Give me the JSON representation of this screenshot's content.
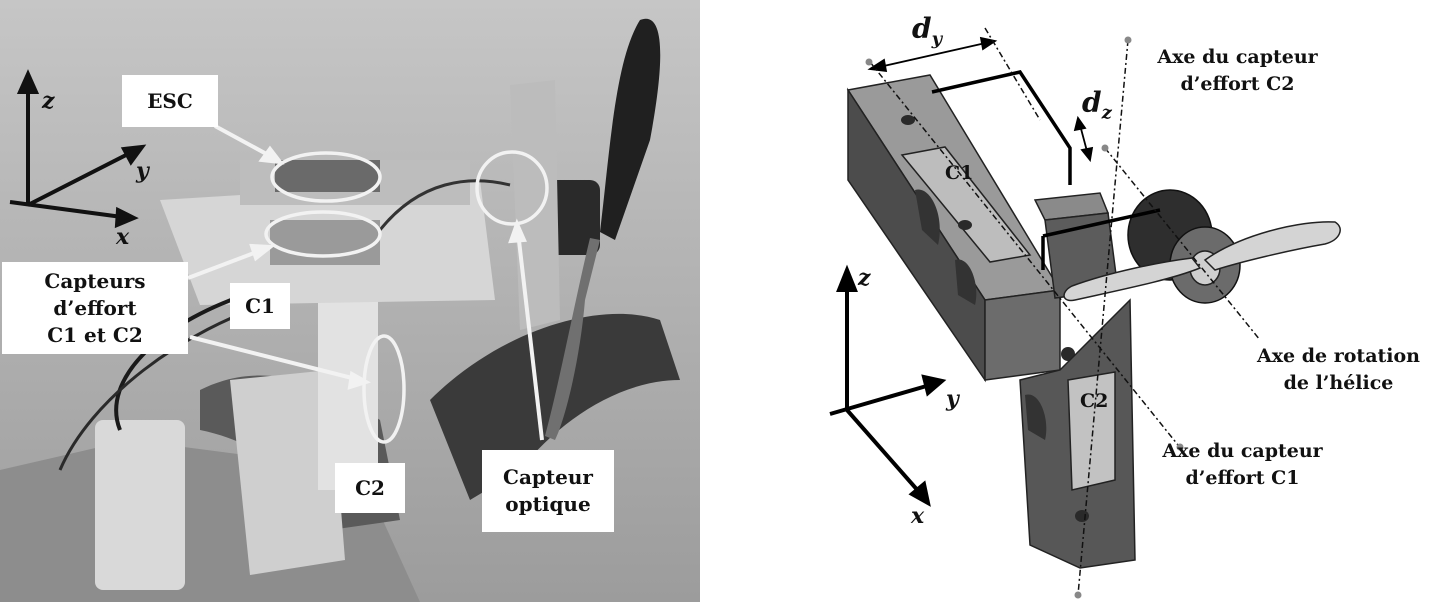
{
  "photo": {
    "labels": {
      "esc": "ESC",
      "sensors": "Capteurs\nd’effort\nC1 et C2",
      "c1": "C1",
      "c2": "C2",
      "optical": "Capteur\noptique"
    },
    "axes": {
      "x": "x",
      "y": "y",
      "z": "z"
    }
  },
  "cad": {
    "labels": {
      "axis_c2": "Axe du capteur\nd’effort C2",
      "axis_rotation": "Axe de rotation\nde l’hélice",
      "axis_c1": "Axe du capteur\nd’effort C1"
    },
    "parts": {
      "c1": "C1",
      "c2": "C2"
    },
    "dims": {
      "dy_base": "d",
      "dy_sub": "y",
      "dz_base": "d",
      "dz_sub": "z"
    },
    "axes": {
      "x": "x",
      "y": "y",
      "z": "z"
    }
  },
  "colors": {
    "photo_bg": "#b4b4b4",
    "part_dark": "#4a4a4a",
    "part_mid": "#6e6e6e",
    "part_light": "#9a9a9a"
  }
}
